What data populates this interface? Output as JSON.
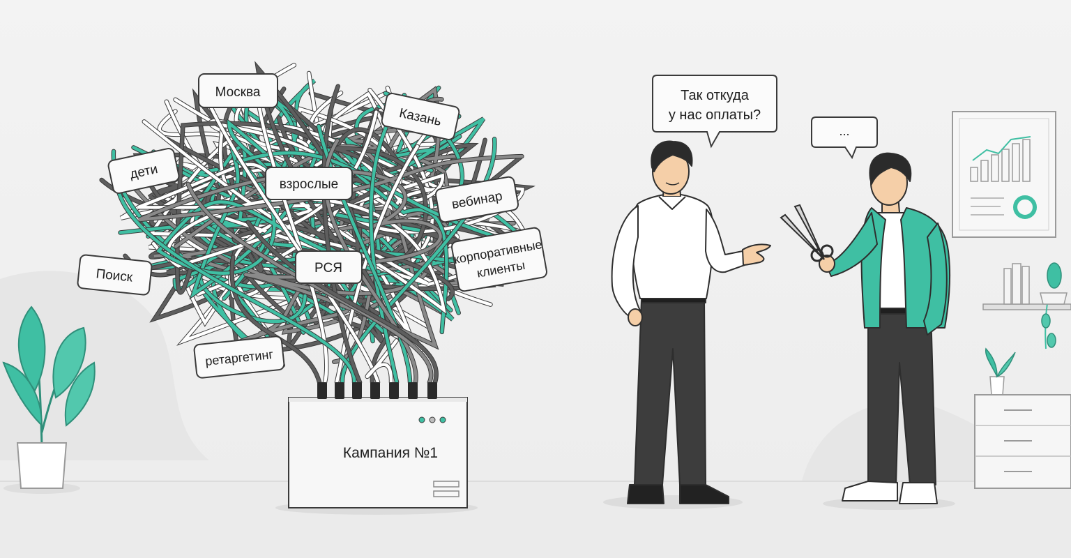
{
  "illustration": {
    "cable_tags": [
      {
        "id": "moscow",
        "label": "Москва"
      },
      {
        "id": "kazan",
        "label": "Казань"
      },
      {
        "id": "kids",
        "label": "дети"
      },
      {
        "id": "adults",
        "label": "взрослые"
      },
      {
        "id": "webinar",
        "label": "вебинар"
      },
      {
        "id": "search",
        "label": "Поиск"
      },
      {
        "id": "rsya",
        "label": "РСЯ"
      },
      {
        "id": "corporate",
        "label": "корпоративные клиенты",
        "lines": [
          "корпоративные",
          "клиенты"
        ]
      },
      {
        "id": "retargeting",
        "label": "ретаргетинг"
      }
    ],
    "campaign_box": {
      "label": "Кампания №1"
    },
    "speech_left": {
      "lines": [
        "Так откуда",
        "у нас оплаты?"
      ]
    },
    "speech_right": {
      "text": "..."
    }
  },
  "colors": {
    "background": "#f0f0f0",
    "accent_teal": "#3fbfa3",
    "cable_dark": "#5e5e5e",
    "cable_light": "#ffffff",
    "outline": "#3a3a3a"
  }
}
